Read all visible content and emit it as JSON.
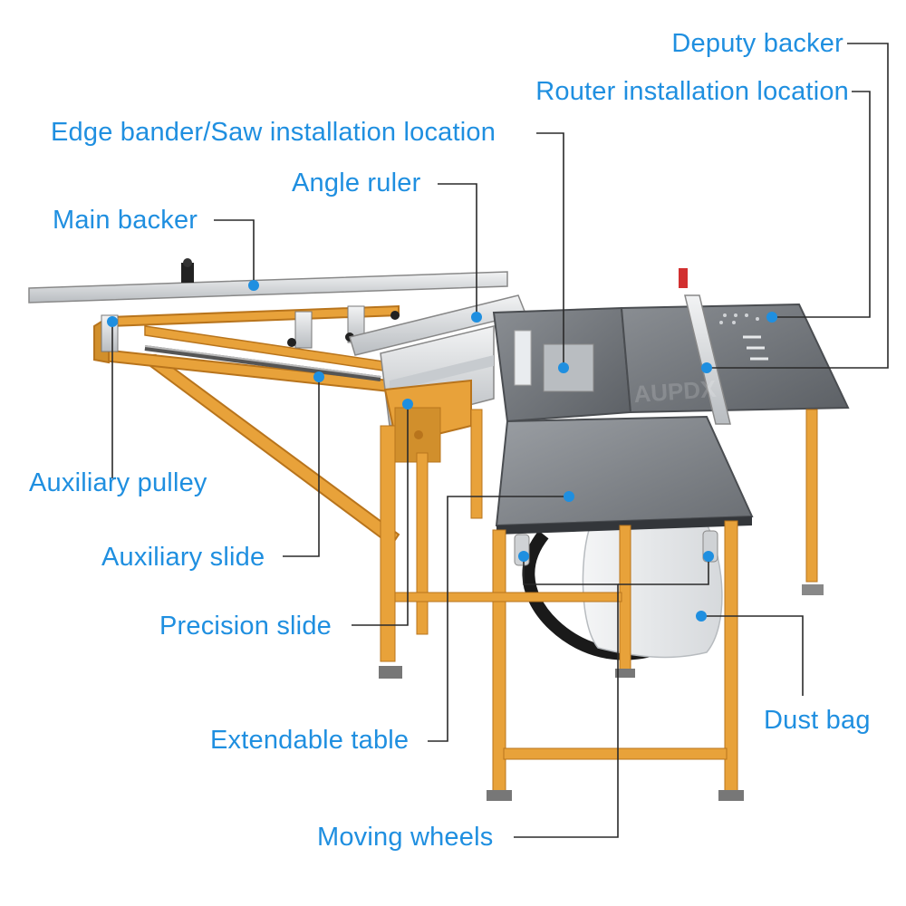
{
  "callouts": {
    "deputy_backer": "Deputy backer",
    "router_location": "Router installation location",
    "edge_bander": "Edge bander/Saw installation location",
    "angle_ruler": "Angle ruler",
    "main_backer": "Main backer",
    "auxiliary_pulley": "Auxiliary pulley",
    "auxiliary_slide": "Auxiliary slide",
    "precision_slide": "Precision slide",
    "extendable_table": "Extendable table",
    "dust_bag": "Dust bag",
    "moving_wheels": "Moving wheels"
  },
  "watermark": "AUPDX",
  "colors": {
    "callout": "#1f8fe0",
    "leader": "#2a2a2a",
    "frame": "#e8a23a",
    "frame_dark": "#b8741c",
    "table_top": "#6d7176",
    "aluminium": "#d7dadd"
  }
}
